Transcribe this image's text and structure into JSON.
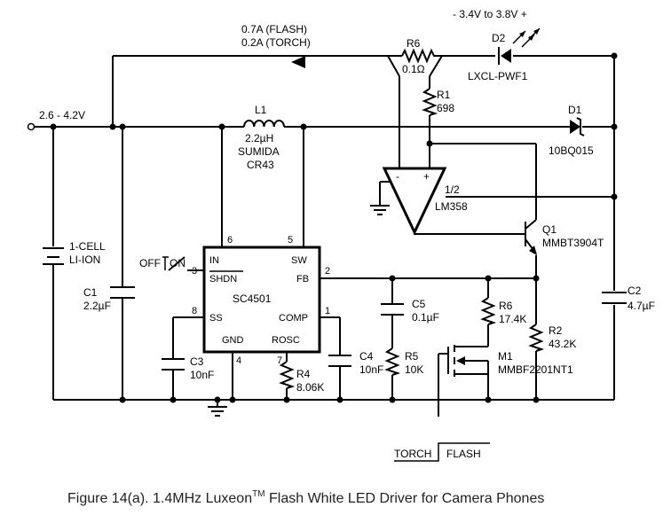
{
  "caption": {
    "prefix": "Figure 14(a). 1.4MHz Luxeon",
    "tm": "TM",
    "suffix": " Flash White LED Driver for Camera Phones"
  },
  "input_voltage": "2.6 - 4.2V",
  "current_flash": "0.7A (FLASH)",
  "current_torch": "0.2A (TORCH)",
  "led_voltage": "-   3.4V to 3.8V  +",
  "ic": {
    "name": "SC4501",
    "pins": {
      "in": "IN",
      "shdn": "SHDN",
      "ss": "SS",
      "gnd": "GND",
      "sw": "SW",
      "fb": "FB",
      "comp": "COMP",
      "rosc": "ROSC"
    },
    "pin_numbers": {
      "in": "6",
      "shdn": "3",
      "ss": "8",
      "gnd": "4",
      "sw": "5",
      "fb": "2",
      "comp": "1",
      "rosc": "7"
    }
  },
  "switch": {
    "off": "OFF",
    "on": "ON"
  },
  "battery": {
    "line1": "1-CELL",
    "line2": "LI-ION"
  },
  "L1": {
    "ref": "L1",
    "value": "2.2µH",
    "mfr": "SUMIDA",
    "part": "CR43"
  },
  "C1": {
    "ref": "C1",
    "value": "2.2µF"
  },
  "C2": {
    "ref": "C2",
    "value": "4.7µF"
  },
  "C3": {
    "ref": "C3",
    "value": "10nF"
  },
  "C4": {
    "ref": "C4",
    "value": "10nF"
  },
  "C5": {
    "ref": "C5",
    "value": "0.1µF"
  },
  "R1": {
    "ref": "R1",
    "value": "698"
  },
  "R2": {
    "ref": "R2",
    "value": "43.2K"
  },
  "R4": {
    "ref": "R4",
    "value": "8.06K"
  },
  "R5": {
    "ref": "R5",
    "value": "10K"
  },
  "R6": {
    "ref": "R6",
    "value": "17.4K"
  },
  "R6s": {
    "ref": "R6",
    "value": "0.1Ω"
  },
  "D1": {
    "ref": "D1",
    "part": "10BQ015"
  },
  "D2": {
    "ref": "D2",
    "part": "LXCL-PWF1"
  },
  "Q1": {
    "ref": "Q1",
    "part": "MMBT3904T"
  },
  "M1": {
    "ref": "M1",
    "part": "MMBF2201NT1"
  },
  "opamp": {
    "part": "LM358",
    "half": "1/2",
    "minus": "-",
    "plus": "+"
  },
  "torch_flash": {
    "torch": "TORCH",
    "flash": "FLASH"
  }
}
